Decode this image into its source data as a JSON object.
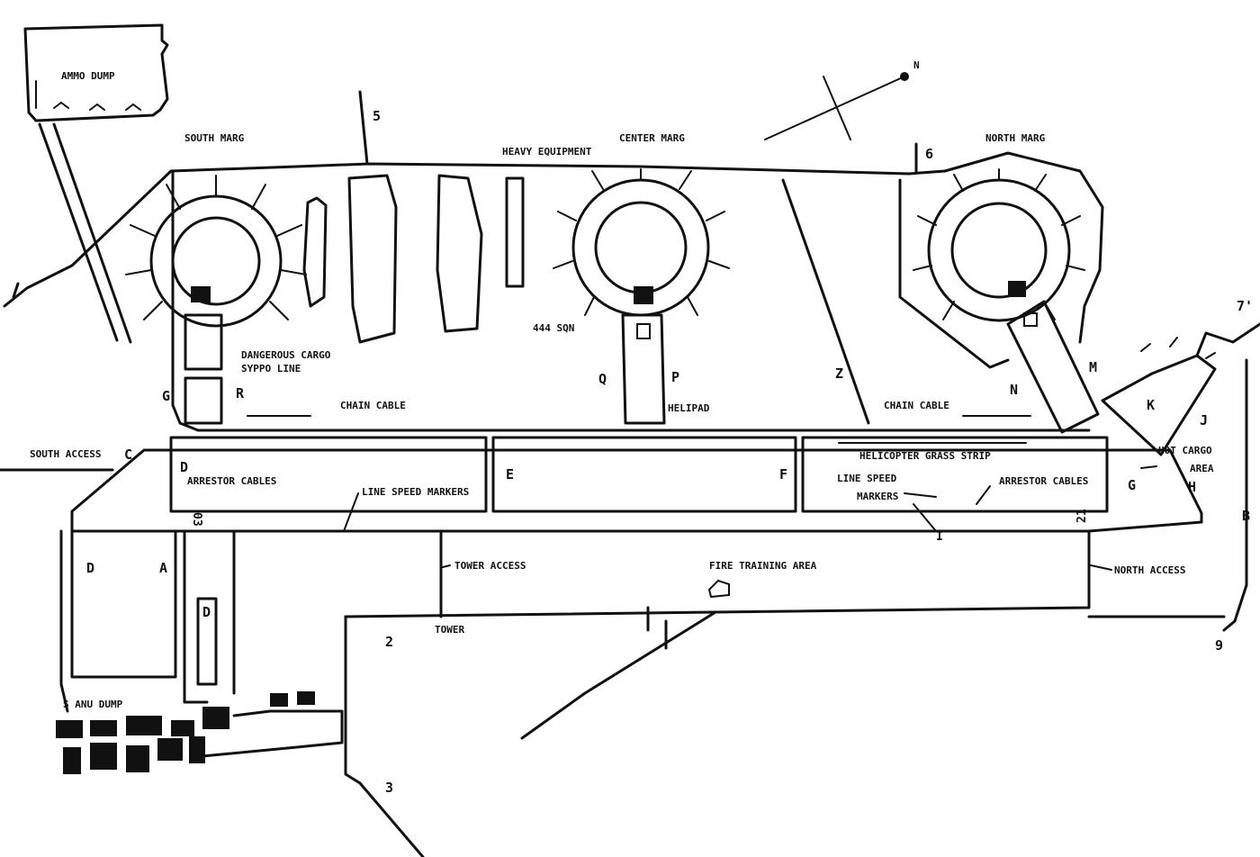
{
  "map": {
    "areas": {
      "ammo_dump": "AMMO DUMP",
      "south_marg": "SOUTH MARG",
      "center_marg": "CENTER MARG",
      "north_marg": "NORTH MARG",
      "heavy_equipment": "HEAVY EQUIPMENT",
      "dangerous_cargo_line1": "DANGEROUS CARGO",
      "dangerous_cargo_line2": "SYPPO LINE",
      "sqn_444": "444 SQN",
      "helipad": "HELIPAD",
      "helicopter_grass_strip": "HELICOPTER GRASS STRIP",
      "hot_cargo_line1": "HOT CARGO",
      "hot_cargo_line2": "AREA",
      "tower_access": "TOWER ACCESS",
      "tower": "TOWER",
      "fire_training_area": "FIRE TRAINING AREA",
      "north_access": "NORTH ACCESS",
      "south_access": "SOUTH ACCESS",
      "s_anu_dump": "S ANU DUMP"
    },
    "features": {
      "chain_cable_south": "CHAIN CABLE",
      "chain_cable_north": "CHAIN CABLE",
      "arrestor_cables_south": "ARRESTOR CABLES",
      "arrestor_cables_north": "ARRESTOR CABLES",
      "line_speed_markers_south": "LINE SPEED MARKERS",
      "line_speed_markers_north_1": "LINE SPEED",
      "line_speed_markers_north_2": "MARKERS",
      "runway_03": "03",
      "runway_21": "21",
      "north_arrow": "N"
    },
    "letters": {
      "A": "A",
      "B": "B",
      "C": "C",
      "D": "D",
      "D2": "D",
      "D3": "D",
      "E": "E",
      "F": "F",
      "G1": "G",
      "G2": "G",
      "H": "H",
      "J": "J",
      "K": "K",
      "M": "M",
      "N": "N",
      "P": "P",
      "Q": "Q",
      "R": "R",
      "Z": "Z",
      "I": "I"
    },
    "numbers": {
      "n2": "2",
      "n3": "3",
      "n5": "5",
      "n6": "6",
      "n7": "7'",
      "n9": "9"
    }
  }
}
